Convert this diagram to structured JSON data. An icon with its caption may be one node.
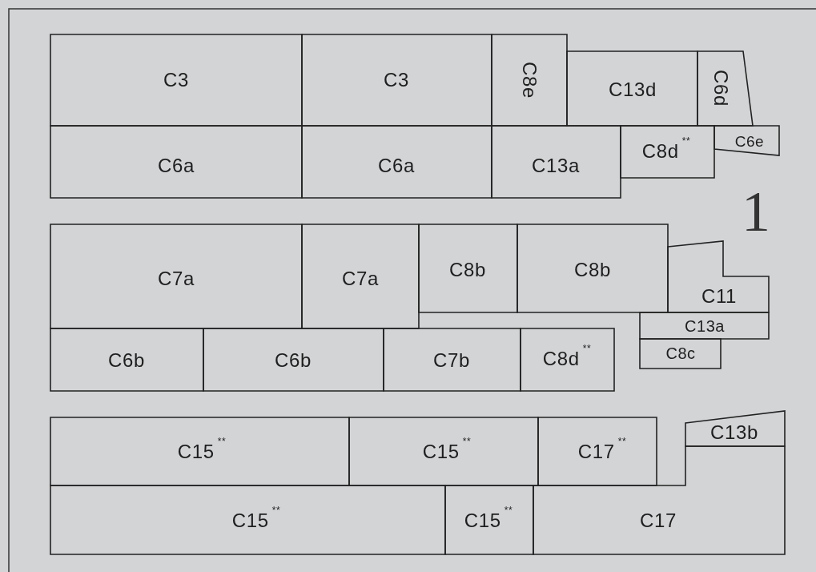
{
  "diagram": {
    "nodes": [
      {
        "text": [
          "C3"
        ]
      },
      {
        "text": [
          "C3"
        ]
      },
      {
        "text": [
          "C8e"
        ]
      },
      {
        "text": [
          "C13d"
        ]
      },
      {
        "text": [
          "C6d"
        ]
      },
      {
        "text": [
          "C6a"
        ]
      },
      {
        "text": [
          "C6a"
        ]
      },
      {
        "text": [
          "C13a"
        ]
      },
      {
        "text": [
          "C8d$^{**}$"
        ]
      },
      {
        "text": [
          "C6e"
        ]
      },
      {
        "text": [
          "C7a"
        ]
      },
      {
        "text": [
          "C7a"
        ]
      },
      {
        "text": [
          "C8b"
        ]
      },
      {
        "text": [
          "C8b"
        ]
      },
      {
        "text": [
          "C11"
        ]
      },
      {
        "text": [
          "C6b"
        ]
      },
      {
        "text": [
          "C6b"
        ]
      },
      {
        "text": [
          "C7b"
        ]
      },
      {
        "text": [
          "C8d$^{**}$"
        ]
      },
      {
        "text": [
          "C13a"
        ]
      },
      {
        "text": [
          "C8c"
        ]
      },
      {
        "text": [
          "C15$^{**}$"
        ]
      },
      {
        "text": [
          "C15$^{**}$"
        ]
      },
      {
        "text": [
          "C17$^{**}$"
        ]
      },
      {
        "text": [
          "C13b"
        ]
      },
      {
        "text": [
          "C15$^{**}$"
        ]
      },
      {
        "text": [
          "C15$^{**}$"
        ]
      },
      {
        "text": [
          "C17"
        ]
      }
    ],
    "edges": [],
    "labels": [
      "1"
    ]
  }
}
